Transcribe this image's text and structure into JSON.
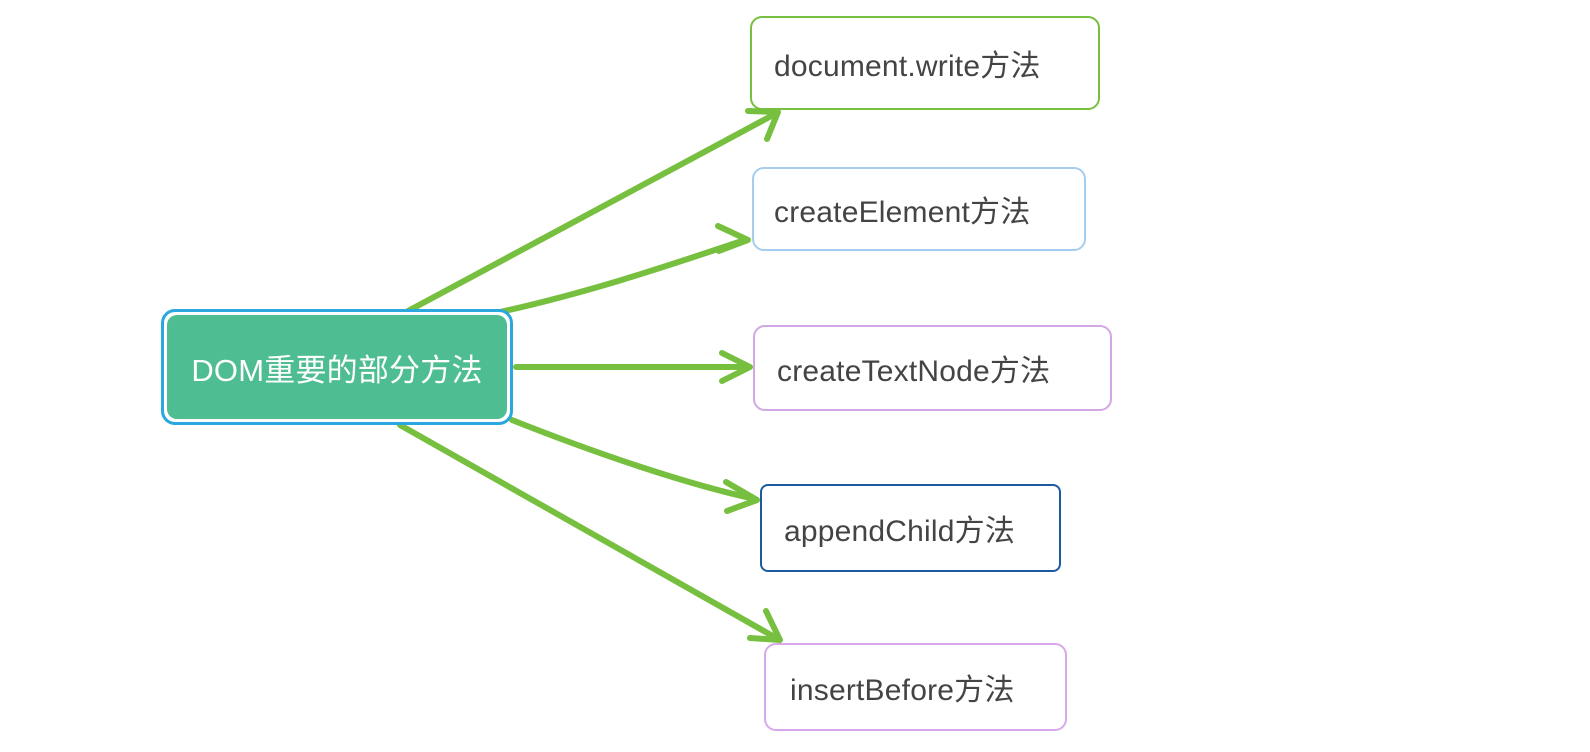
{
  "diagram": {
    "type": "mindmap",
    "background_color": "#ffffff",
    "edge_color": "#76bf3f",
    "root": {
      "id": "root",
      "label": "DOM重要的部分方法",
      "fill_color": "#4fbd92",
      "border_color": "#2ba7e0",
      "text_color": "#ffffff"
    },
    "children": [
      {
        "id": "doc-write",
        "label": "document.write方法",
        "border_color": "#76bf3f",
        "fill_color": "#ffffff",
        "text_color": "#444444"
      },
      {
        "id": "create-element",
        "label": "createElement方法",
        "border_color": "#a5cdef",
        "fill_color": "#ffffff",
        "text_color": "#444444"
      },
      {
        "id": "create-textnode",
        "label": "createTextNode方法",
        "border_color": "#d3a6e6",
        "fill_color": "#ffffff",
        "text_color": "#444444"
      },
      {
        "id": "append-child",
        "label": "appendChild方法",
        "border_color": "#1c5b9e",
        "fill_color": "#ffffff",
        "text_color": "#444444"
      },
      {
        "id": "insert-before",
        "label": "insertBefore方法",
        "border_color": "#d8a8ea",
        "fill_color": "#ffffff",
        "text_color": "#444444"
      }
    ],
    "edges": [
      {
        "from": "root",
        "to": "doc-write"
      },
      {
        "from": "root",
        "to": "create-element"
      },
      {
        "from": "root",
        "to": "create-textnode"
      },
      {
        "from": "root",
        "to": "append-child"
      },
      {
        "from": "root",
        "to": "insert-before"
      }
    ]
  }
}
